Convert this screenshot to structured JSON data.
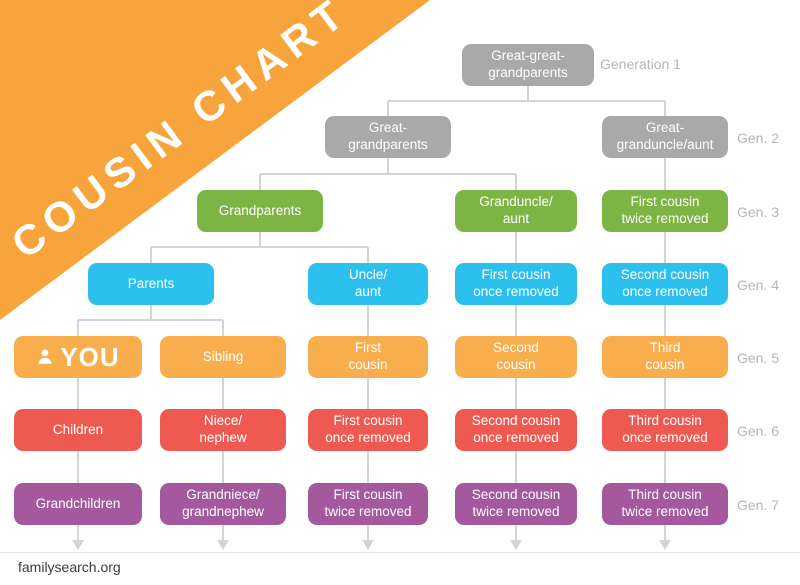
{
  "banner": {
    "title": "COUSIN CHART"
  },
  "generation_labels": [
    "Generation 1",
    "Gen. 2",
    "Gen. 3",
    "Gen. 4",
    "Gen. 5",
    "Gen. 6",
    "Gen. 7"
  ],
  "footer": {
    "site": "familysearch.org"
  },
  "colors": {
    "banner_orange": "#F6A43B",
    "generation_1_2_gray": "#A9A9A9",
    "generation_3_green": "#7CB543",
    "generation_4_blue": "#2BC0EE",
    "generation_5_orange": "#F9AE4D",
    "generation_6_red": "#EE5A51",
    "generation_7_purple": "#A4599E",
    "connector_gray": "#D4D4D4",
    "generation_label_text": "#B6B6B6"
  },
  "nodes": [
    {
      "label": "Great-great-\ngrandparents",
      "generation": 1
    },
    {
      "label": "Great-\ngrandparents",
      "generation": 2
    },
    {
      "label": "Great-\ngranduncle/aunt",
      "generation": 2
    },
    {
      "label": "Grandparents",
      "generation": 3
    },
    {
      "label": "Granduncle/\naunt",
      "generation": 3
    },
    {
      "label": "First cousin\ntwice removed",
      "generation": 3
    },
    {
      "label": "Parents",
      "generation": 4
    },
    {
      "label": "Uncle/\naunt",
      "generation": 4
    },
    {
      "label": "First cousin\nonce removed",
      "generation": 4
    },
    {
      "label": "Second cousin\nonce removed",
      "generation": 4
    },
    {
      "label": "YOU",
      "generation": 5
    },
    {
      "label": "Sibling",
      "generation": 5
    },
    {
      "label": "First\ncousin",
      "generation": 5
    },
    {
      "label": "Second\ncousin",
      "generation": 5
    },
    {
      "label": "Third\ncousin",
      "generation": 5
    },
    {
      "label": "Children",
      "generation": 6
    },
    {
      "label": "Niece/\nnephew",
      "generation": 6
    },
    {
      "label": "First cousin\nonce removed",
      "generation": 6
    },
    {
      "label": "Second cousin\nonce removed",
      "generation": 6
    },
    {
      "label": "Third cousin\nonce removed",
      "generation": 6
    },
    {
      "label": "Grandchildren",
      "generation": 7
    },
    {
      "label": "Grandniece/\ngrandnephew",
      "generation": 7
    },
    {
      "label": "First cousin\ntwice removed",
      "generation": 7
    },
    {
      "label": "Second cousin\ntwice removed",
      "generation": 7
    },
    {
      "label": "Third cousin\ntwice removed",
      "generation": 7
    }
  ]
}
